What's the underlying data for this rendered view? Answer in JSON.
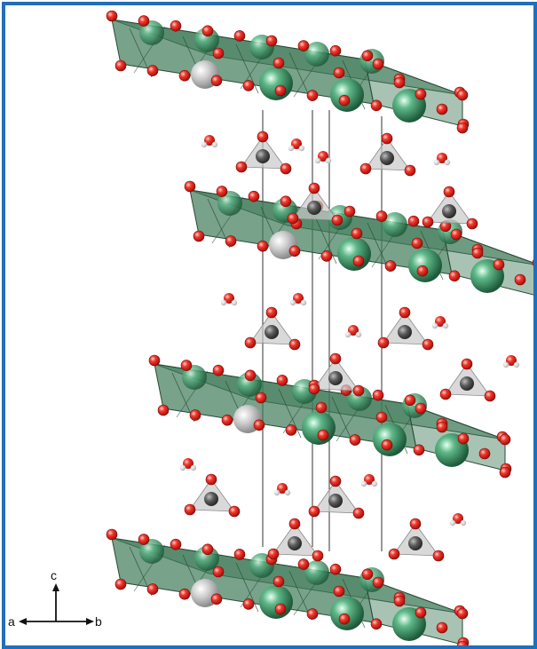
{
  "figure": {
    "border_color": "#1f6fba",
    "axes": {
      "c_label": "c",
      "a_label": "a",
      "b_label": "b"
    },
    "colors": {
      "octahedron_fill": "#3f7a58",
      "octahedron_edge": "#2b4a37",
      "green_atom": "#2f8a5a",
      "gray_atom": "#b8b8b8",
      "oxygen_atom": "#e8261e",
      "carbon_atom": "#555555",
      "hydrogen_atom": "#f2f2f2",
      "tetrahedron_fill": "#c9c9c9",
      "unit_cell_line": "#333333"
    }
  }
}
